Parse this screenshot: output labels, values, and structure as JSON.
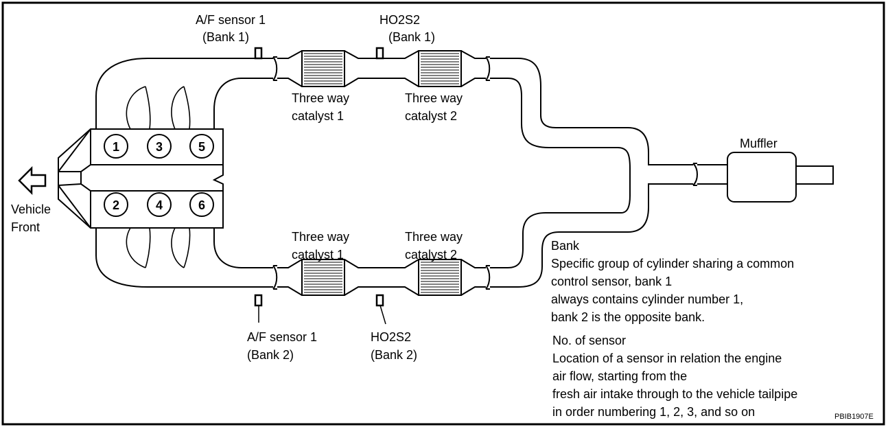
{
  "vehicle_front": [
    "Vehicle",
    "Front"
  ],
  "cylinders_bank1": [
    "1",
    "3",
    "5"
  ],
  "cylinders_bank2": [
    "2",
    "4",
    "6"
  ],
  "af_sensor_bank1": [
    "A/F sensor 1",
    "(Bank 1)"
  ],
  "ho2s2_bank1": [
    "HO2S2",
    "(Bank 1)"
  ],
  "af_sensor_bank2": [
    "A/F sensor 1",
    "(Bank 2)"
  ],
  "ho2s2_bank2": [
    "HO2S2",
    "(Bank 2)"
  ],
  "catalyst1_top": [
    "Three way",
    "catalyst 1"
  ],
  "catalyst2_top": [
    "Three way",
    "catalyst 2"
  ],
  "catalyst1_bottom": [
    "Three way",
    "catalyst 1"
  ],
  "catalyst2_bottom": [
    "Three way",
    "catalyst 2"
  ],
  "muffler": "Muffler",
  "bank_note": {
    "title": "Bank",
    "lines": [
      "Specific group of cylinder sharing a common",
      "control sensor, bank 1",
      "always contains cylinder number 1,",
      "bank 2 is the opposite bank."
    ]
  },
  "sensor_note": {
    "title": "No. of sensor",
    "lines": [
      "Location of a sensor in relation the engine",
      "air flow, starting from the",
      "fresh air intake through to the vehicle tailpipe",
      "in order numbering 1, 2, 3, and so on"
    ]
  },
  "figure_code": "PBIB1907E"
}
